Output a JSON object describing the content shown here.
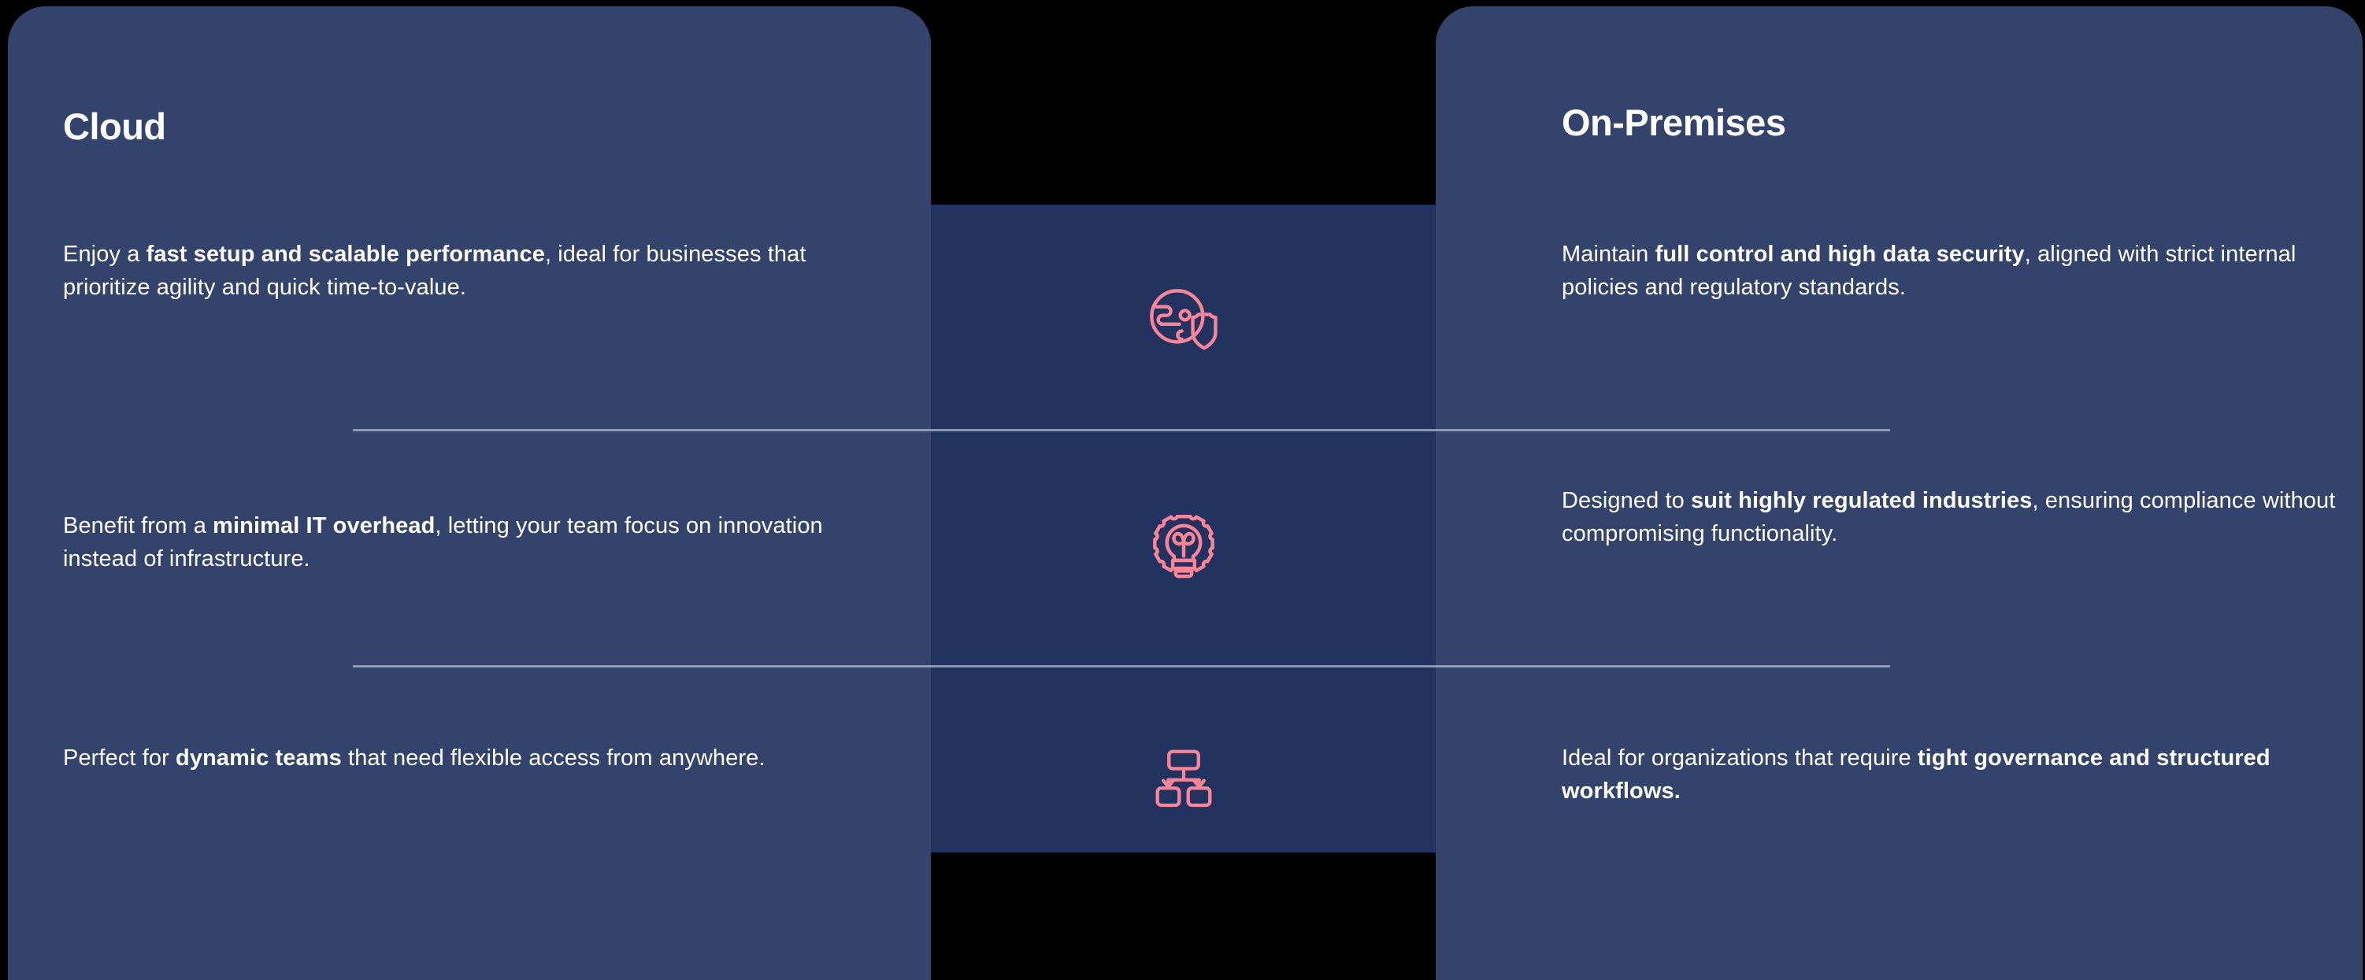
{
  "theme": {
    "page_background": "#000000",
    "panel_background": "#34436B",
    "center_band_background": "#23335F",
    "accent_icon_color": "#FA8599",
    "text_color": "#FFFFFF",
    "divider_color": "#9EAAC0"
  },
  "columns": {
    "left": {
      "heading": "Cloud",
      "rows": [
        {
          "id": "cloud-row-1",
          "html": "Enjoy a <b>fast setup and scalable performance</b>, ideal for businesses that prioritize agility and quick time-to-value.",
          "text": "Enjoy a fast setup and scalable performance, ideal for businesses that prioritize agility and quick time-to-value.",
          "bold_phrase": "fast setup and scalable performance"
        },
        {
          "id": "cloud-row-2",
          "html": "Benefit from a <b>minimal IT overhead</b>, letting your team focus on innovation instead of infrastructure.",
          "text": "Benefit from a minimal IT overhead, letting your team focus on innovation instead of infrastructure.",
          "bold_phrase": "minimal IT overhead"
        },
        {
          "id": "cloud-row-3",
          "html": "Perfect for <b>dynamic teams</b> that need flexible access from anywhere.",
          "text": "Perfect for dynamic teams that need flexible access from anywhere.",
          "bold_phrase": "dynamic teams"
        }
      ]
    },
    "right": {
      "heading": "On-Premises",
      "rows": [
        {
          "id": "onprem-row-1",
          "html": "Maintain <b>full control and high data security</b>, aligned with strict internal policies and regulatory standards.",
          "text": "Maintain full control and high data security, aligned with strict internal policies and regulatory standards.",
          "bold_phrase": "full control and high data security"
        },
        {
          "id": "onprem-row-2",
          "html": "Designed to <b>suit highly regulated industries</b>, ensuring compliance without compromising functionality.",
          "text": "Designed to suit highly regulated industries, ensuring compliance without compromising functionality.",
          "bold_phrase": "suit highly regulated industries"
        },
        {
          "id": "onprem-row-3",
          "html": "Ideal for organizations that require <b>tight governance and structured workflows.</b>",
          "text": "Ideal for organizations that require tight governance and structured workflows.",
          "bold_phrase": "tight governance and structured workflows."
        }
      ]
    }
  },
  "center_icons": [
    {
      "id": "icon-row-1",
      "name": "globe-shield-icon",
      "label": "Globe with security shield"
    },
    {
      "id": "icon-row-2",
      "name": "lightbulb-gear-icon",
      "label": "Lightbulb inside a gear"
    },
    {
      "id": "icon-row-3",
      "name": "org-chart-icon",
      "label": "Hierarchy / org chart"
    }
  ],
  "dividers": [
    {
      "id": "divider-1"
    },
    {
      "id": "divider-2"
    }
  ]
}
